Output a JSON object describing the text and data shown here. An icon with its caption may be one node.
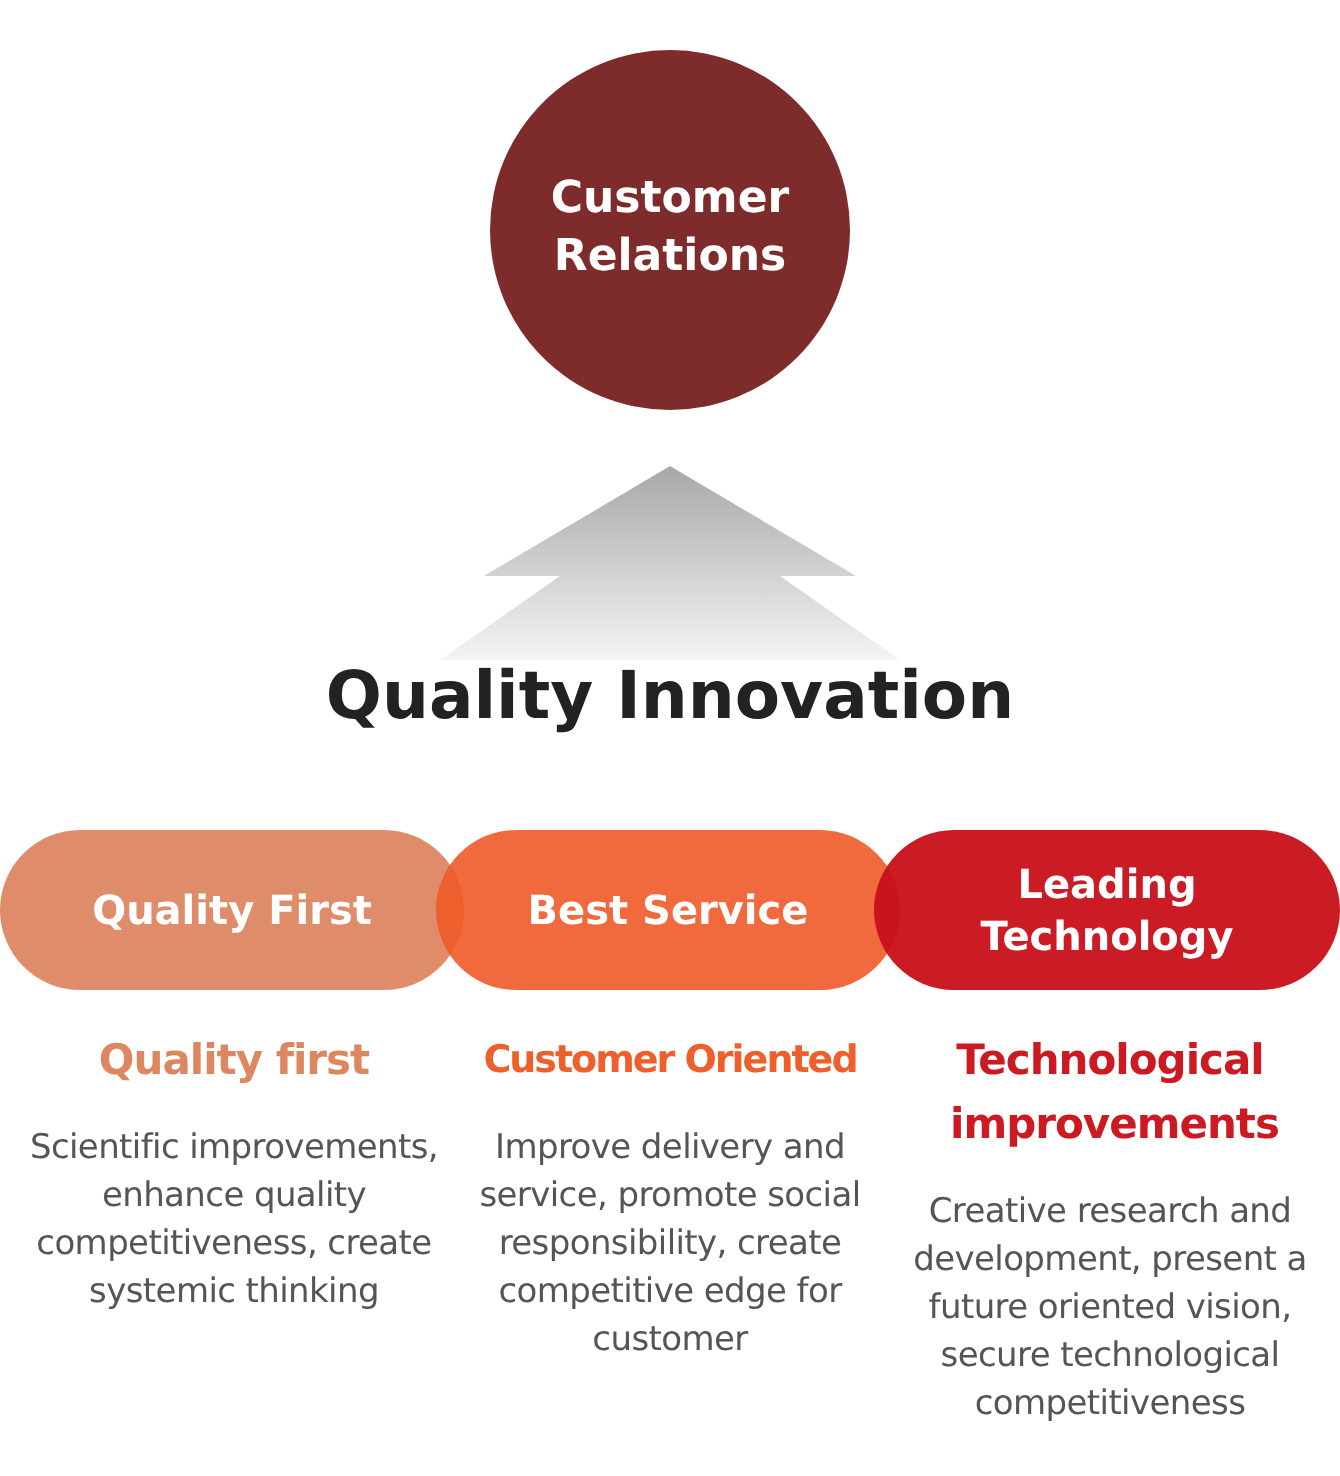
{
  "diagram": {
    "nodes": [
      {
        "text": [
          "Customer Relations"
        ]
      },
      {
        "text": [
          "Quality Innovation"
        ]
      },
      {
        "text": [
          "Quality First"
        ],
        "beside": [
          "Quality first",
          "Scientific improvements, enhance quality competitiveness, create systemic thinking"
        ]
      },
      {
        "text": [
          "Best Service"
        ],
        "beside": [
          "Customer Oriented",
          "Improve delivery and service, promote social responsibility, create competitive edge for customer"
        ]
      },
      {
        "text": [
          "Leading Technology"
        ],
        "beside": [
          "Technological improvements",
          "Creative research and development, present a future oriented vision, secure technological competitiveness"
        ]
      }
    ],
    "edges": [
      {
        "from": 1,
        "to": 0,
        "arrow": "to",
        "style": "thick"
      }
    ]
  }
}
